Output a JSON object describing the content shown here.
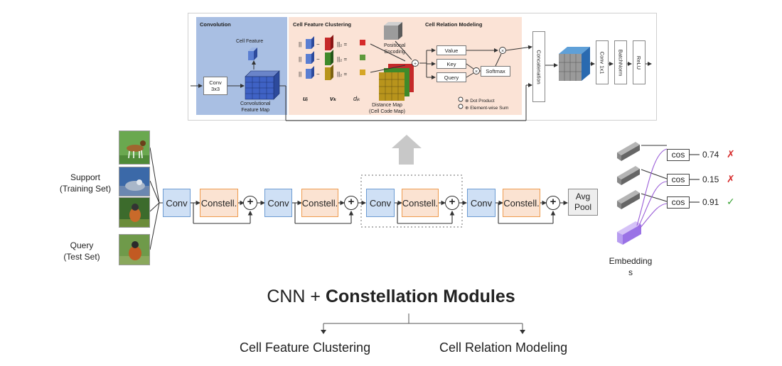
{
  "detail": {
    "convolution_title": "Convolution",
    "cluster_title": "Cell Feature Clustering",
    "relation_title": "Cell Relation Modeling",
    "conv3x3_line1": "Conv",
    "conv3x3_line2": "3x3",
    "cell_feature": "Cell Feature",
    "conv_feature_map_line1": "Convolutional",
    "conv_feature_map_line2": "Feature Map",
    "norm_expr": "||    −    ||₂ =",
    "u_label": "uᵢ",
    "v_label": "vₖ",
    "d_label": "dᵢₖ",
    "positional_line1": "Positional",
    "positional_line2": "Encoding",
    "distance_line1": "Distance Map",
    "distance_line2": "(Cell Code Map)",
    "value": "Value",
    "key": "Key",
    "query": "Query",
    "softmax": "Softmax",
    "dot_legend": "⊗ Dot Product",
    "sum_legend": "⊕ Element-wise Sum",
    "concatenation": "Concatenation",
    "conv1x1": "Conv 1x1",
    "batchnorm": "BatchNorm",
    "relu": "ReLU"
  },
  "inputs": {
    "support_line1": "Support",
    "support_line2": "(Training Set)",
    "query_line1": "Query",
    "query_line2": "(Test Set)"
  },
  "pipeline": {
    "conv": "Conv",
    "constell": "Constell.",
    "plus": "+",
    "avg_line1": "Avg",
    "avg_line2": "Pool"
  },
  "outputs": {
    "cos": "cos",
    "scores": [
      "0.74",
      "0.15",
      "0.91"
    ],
    "marks": [
      "✗",
      "✗",
      "✓"
    ],
    "mark_colors": [
      "#d62a2a",
      "#d62a2a",
      "#3aa335"
    ],
    "embeddings_line1": "Embedding",
    "embeddings_line2": "s"
  },
  "caption": {
    "plain": "CNN + ",
    "bold": "Constellation Modules",
    "left": "Cell Feature Clustering",
    "right": "Cell Relation Modeling"
  },
  "colors": {
    "conv_fill": "#cfe0f5",
    "constell_fill": "#fbe3d2",
    "embedding_query": "#b79cf0",
    "cos_lines": "#9b5fd8"
  }
}
